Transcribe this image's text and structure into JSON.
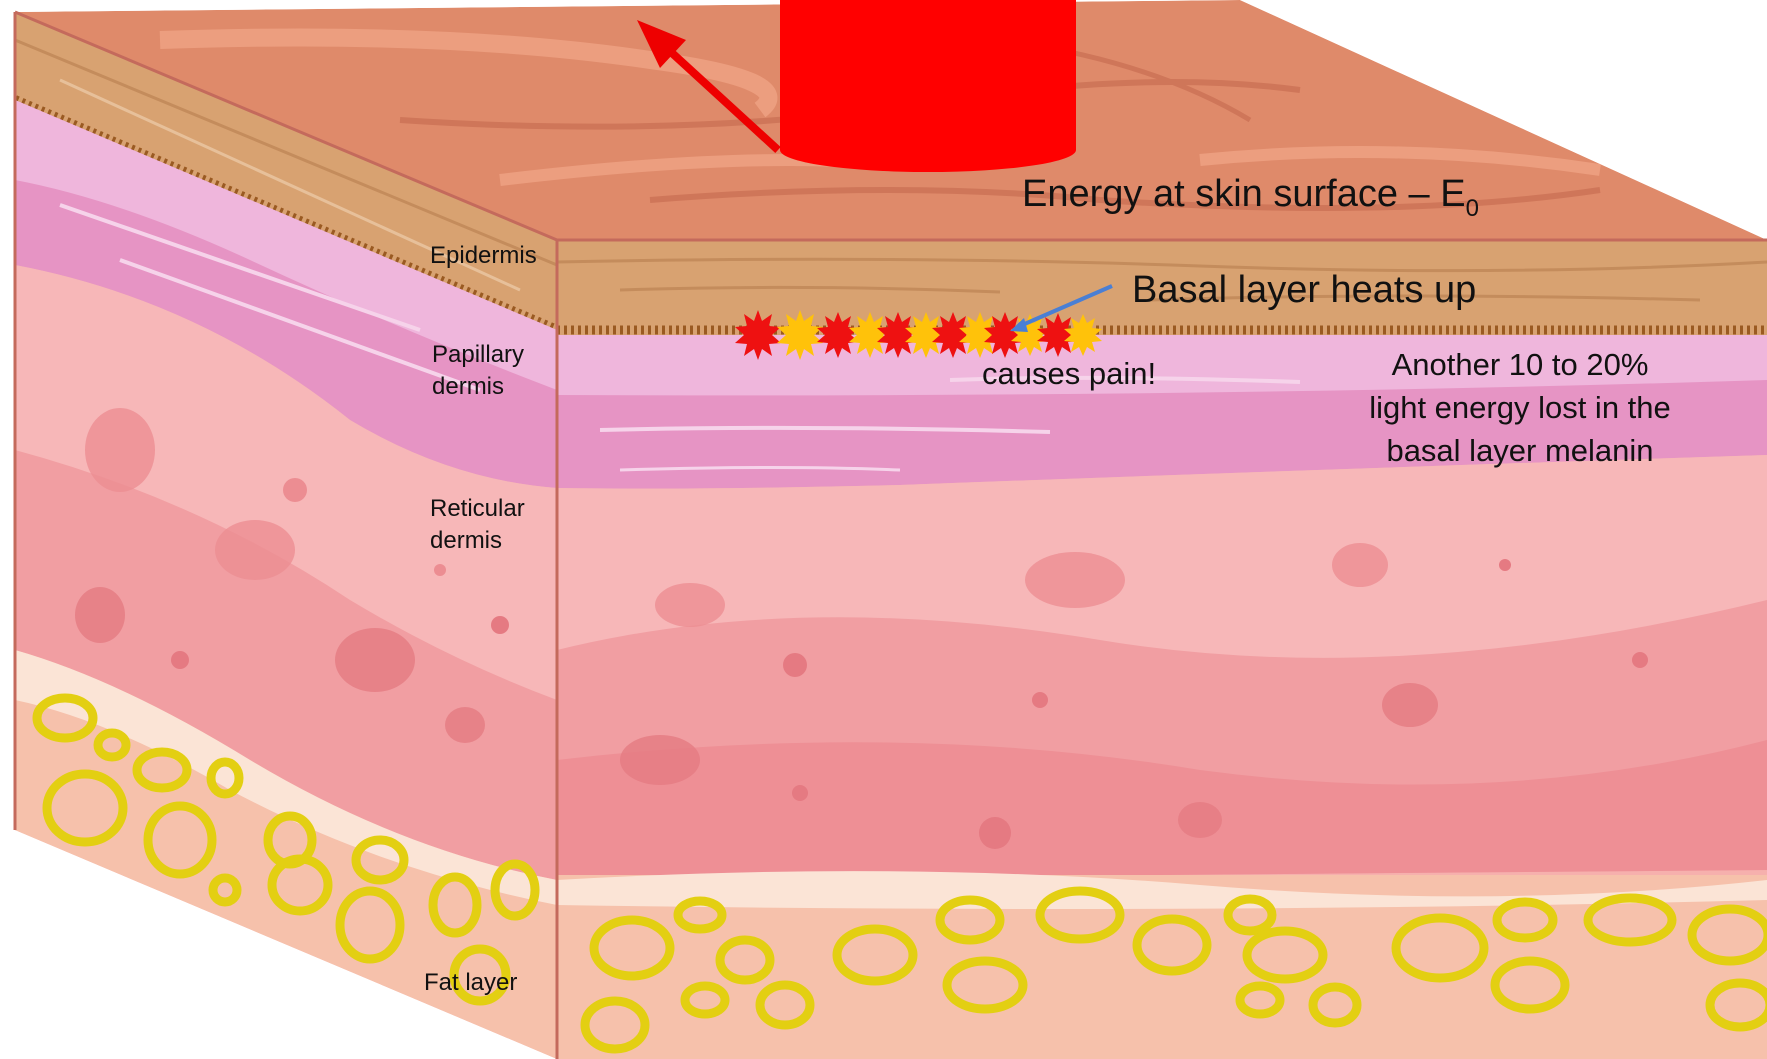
{
  "labels": {
    "epidermis": "Epidermis",
    "papillary_line1": "Papillary",
    "papillary_line2": "dermis",
    "reticular_line1": "Reticular",
    "reticular_line2": "dermis",
    "fat": "Fat layer"
  },
  "annotations": {
    "energy_text": "Energy at skin surface – E",
    "energy_subscript": "0",
    "basal_text": "Basal layer heats up",
    "pain_text": "causes pain!",
    "loss_line1": "Another 10 to 20%",
    "loss_line2": "light energy lost in the",
    "loss_line3": "basal layer melanin"
  },
  "colors": {
    "light_beam": "#ff0000",
    "reflection_arrow": "#ee0000",
    "pointer_arrow": "#4a7fd4",
    "star_red": "#ee1111",
    "star_yellow": "#ffc20a",
    "fat_ring": "#e3cf12"
  }
}
